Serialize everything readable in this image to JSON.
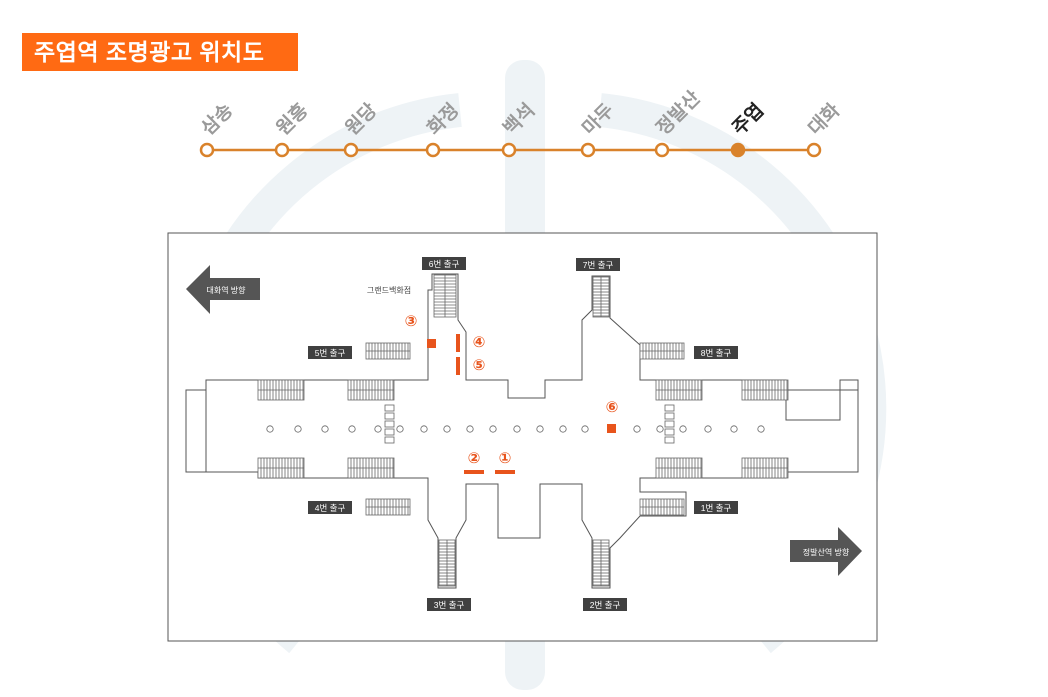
{
  "title": "주엽역 조명광고 위치도",
  "line": {
    "color": "#d9822b",
    "stations": [
      {
        "name": "삼송",
        "current": false
      },
      {
        "name": "원흥",
        "current": false
      },
      {
        "name": "원당",
        "current": false
      },
      {
        "name": "화정",
        "current": false
      },
      {
        "name": "백석",
        "current": false
      },
      {
        "name": "마두",
        "current": false
      },
      {
        "name": "정발산",
        "current": false
      },
      {
        "name": "주엽",
        "current": true
      },
      {
        "name": "대화",
        "current": false
      }
    ]
  },
  "directions": {
    "left": "대화역 방향",
    "right": "정발산역 방향"
  },
  "store": "그랜드백화점",
  "exits": [
    "1번 출구",
    "2번 출구",
    "3번 출구",
    "4번 출구",
    "5번 출구",
    "6번 출구",
    "7번 출구",
    "8번 출구"
  ],
  "ads": [
    "①",
    "②",
    "③",
    "④",
    "⑤",
    "⑥"
  ],
  "colors": {
    "accent": "#ff6a13",
    "ad_marker": "#e8541c",
    "label_bg": "#404040"
  }
}
